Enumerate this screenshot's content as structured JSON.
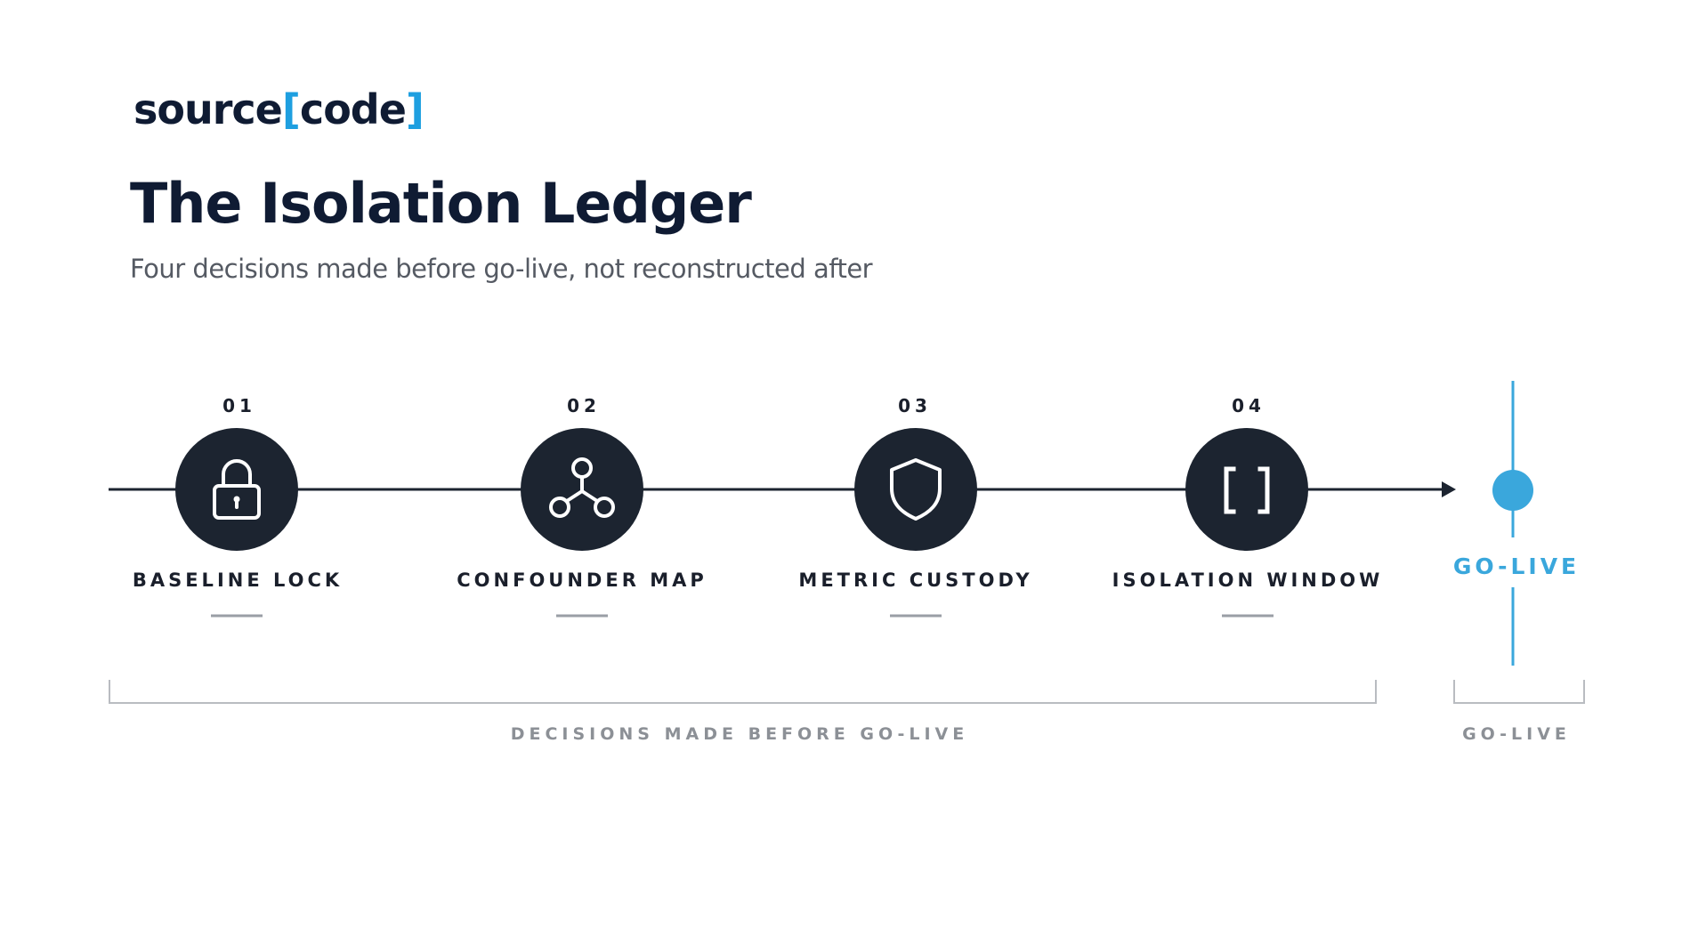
{
  "logo": {
    "word": "source",
    "open_bracket": "[",
    "inner": "code",
    "close_bracket": "]"
  },
  "title": "The Isolation Ledger",
  "subtitle": "Four decisions made before go-live, not reconstructed after",
  "steps": [
    {
      "number": "01",
      "label": "BASELINE LOCK",
      "icon": "lock-icon"
    },
    {
      "number": "02",
      "label": "CONFOUNDER MAP",
      "icon": "network-nodes-icon"
    },
    {
      "number": "03",
      "label": "METRIC CUSTODY",
      "icon": "shield-icon"
    },
    {
      "number": "04",
      "label": "ISOLATION WINDOW",
      "icon": "brackets-icon"
    }
  ],
  "golive": {
    "label": "GO-LIVE"
  },
  "groups": {
    "before": "DECISIONS MADE BEFORE GO-LIVE",
    "after": "GO-LIVE"
  },
  "colors": {
    "navy": "#0f1b33",
    "circle": "#1c2430",
    "accent": "#1e9fe0",
    "golive": "#3aa7dc",
    "muted": "#8c9096",
    "bracket": "#b9bcc1"
  }
}
